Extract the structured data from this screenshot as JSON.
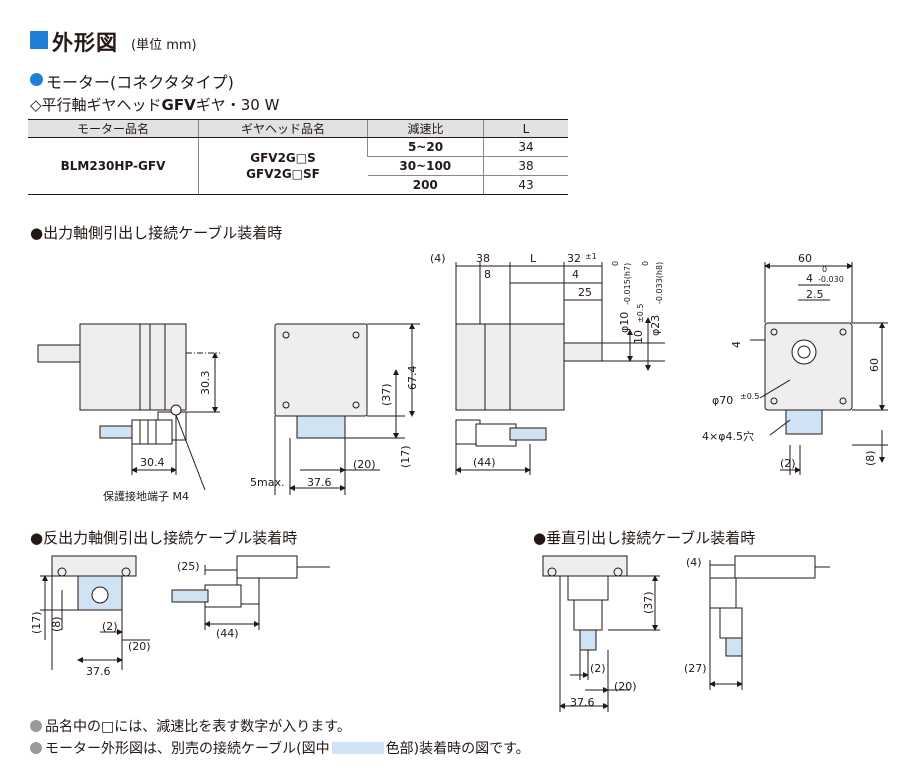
{
  "header": {
    "title": "外形図",
    "unit": "(単位 mm)",
    "subtitle": "モーター(コネクタタイプ)",
    "gear_line_prefix": "◇平行軸ギヤヘッド",
    "gear_line_bold": "GFV",
    "gear_line_suffix": "ギヤ・30 W"
  },
  "spec_table": {
    "headers": [
      "モーター品名",
      "ギヤヘッド品名",
      "減速比",
      "L"
    ],
    "motor": "BLM230HP-GFV",
    "gearheads": [
      "GFV2G□S",
      "GFV2G□SF"
    ],
    "rows": [
      {
        "ratio": "5~20",
        "L": "34"
      },
      {
        "ratio": "30~100",
        "L": "38"
      },
      {
        "ratio": "200",
        "L": "43"
      }
    ]
  },
  "sections": {
    "output_shaft": "●出力軸側引出し接続ケーブル装着時",
    "opposite_shaft": "●反出力軸側引出し接続ケーブル装着時",
    "vertical": "●垂直引出し接続ケーブル装着時"
  },
  "dims": {
    "d30_3": "30.3",
    "d30_4": "30.4",
    "ground": "保護接地端子 M4",
    "d5max": "5max.",
    "d37_6": "37.6",
    "d20p": "(20)",
    "d37p": "(37)",
    "d67_4": "67.4",
    "d4p": "(4)",
    "d38": "38",
    "dL": "L",
    "d32": "32",
    "d32tol": "±1",
    "d8": "8",
    "d4": "4",
    "d25": "25",
    "phi10": "φ10",
    "phi10tol": "-0.015(h7)",
    "phi10zero": "0",
    "d10": "10",
    "d10tol": "±0.5",
    "phi23": "φ23",
    "phi23tol": "-0.033(h8)",
    "phi23zero": "0",
    "d44p": "(44)",
    "d17p": "(17)",
    "d60": "60",
    "d4_030": "4",
    "d4_030tol": "-0.030",
    "d4_030zero": "0",
    "d2_5": "2.5",
    "phi70": "φ70",
    "phi70tol": "±0.5",
    "holes": "4×φ4.5穴",
    "d2p": "(2)",
    "d8p": "(8)",
    "d25p": "(25)",
    "d27p": "(27)"
  },
  "notes": [
    "品名中の□には、減速比を表す数字が入ります。",
    "モーター外形図は、別売の接続ケーブル(図中",
    "色部)装着時の図です。"
  ],
  "colors": {
    "accent": "#1f7fd4",
    "cable": "#cfe3f4",
    "body": "#eeeeee"
  }
}
